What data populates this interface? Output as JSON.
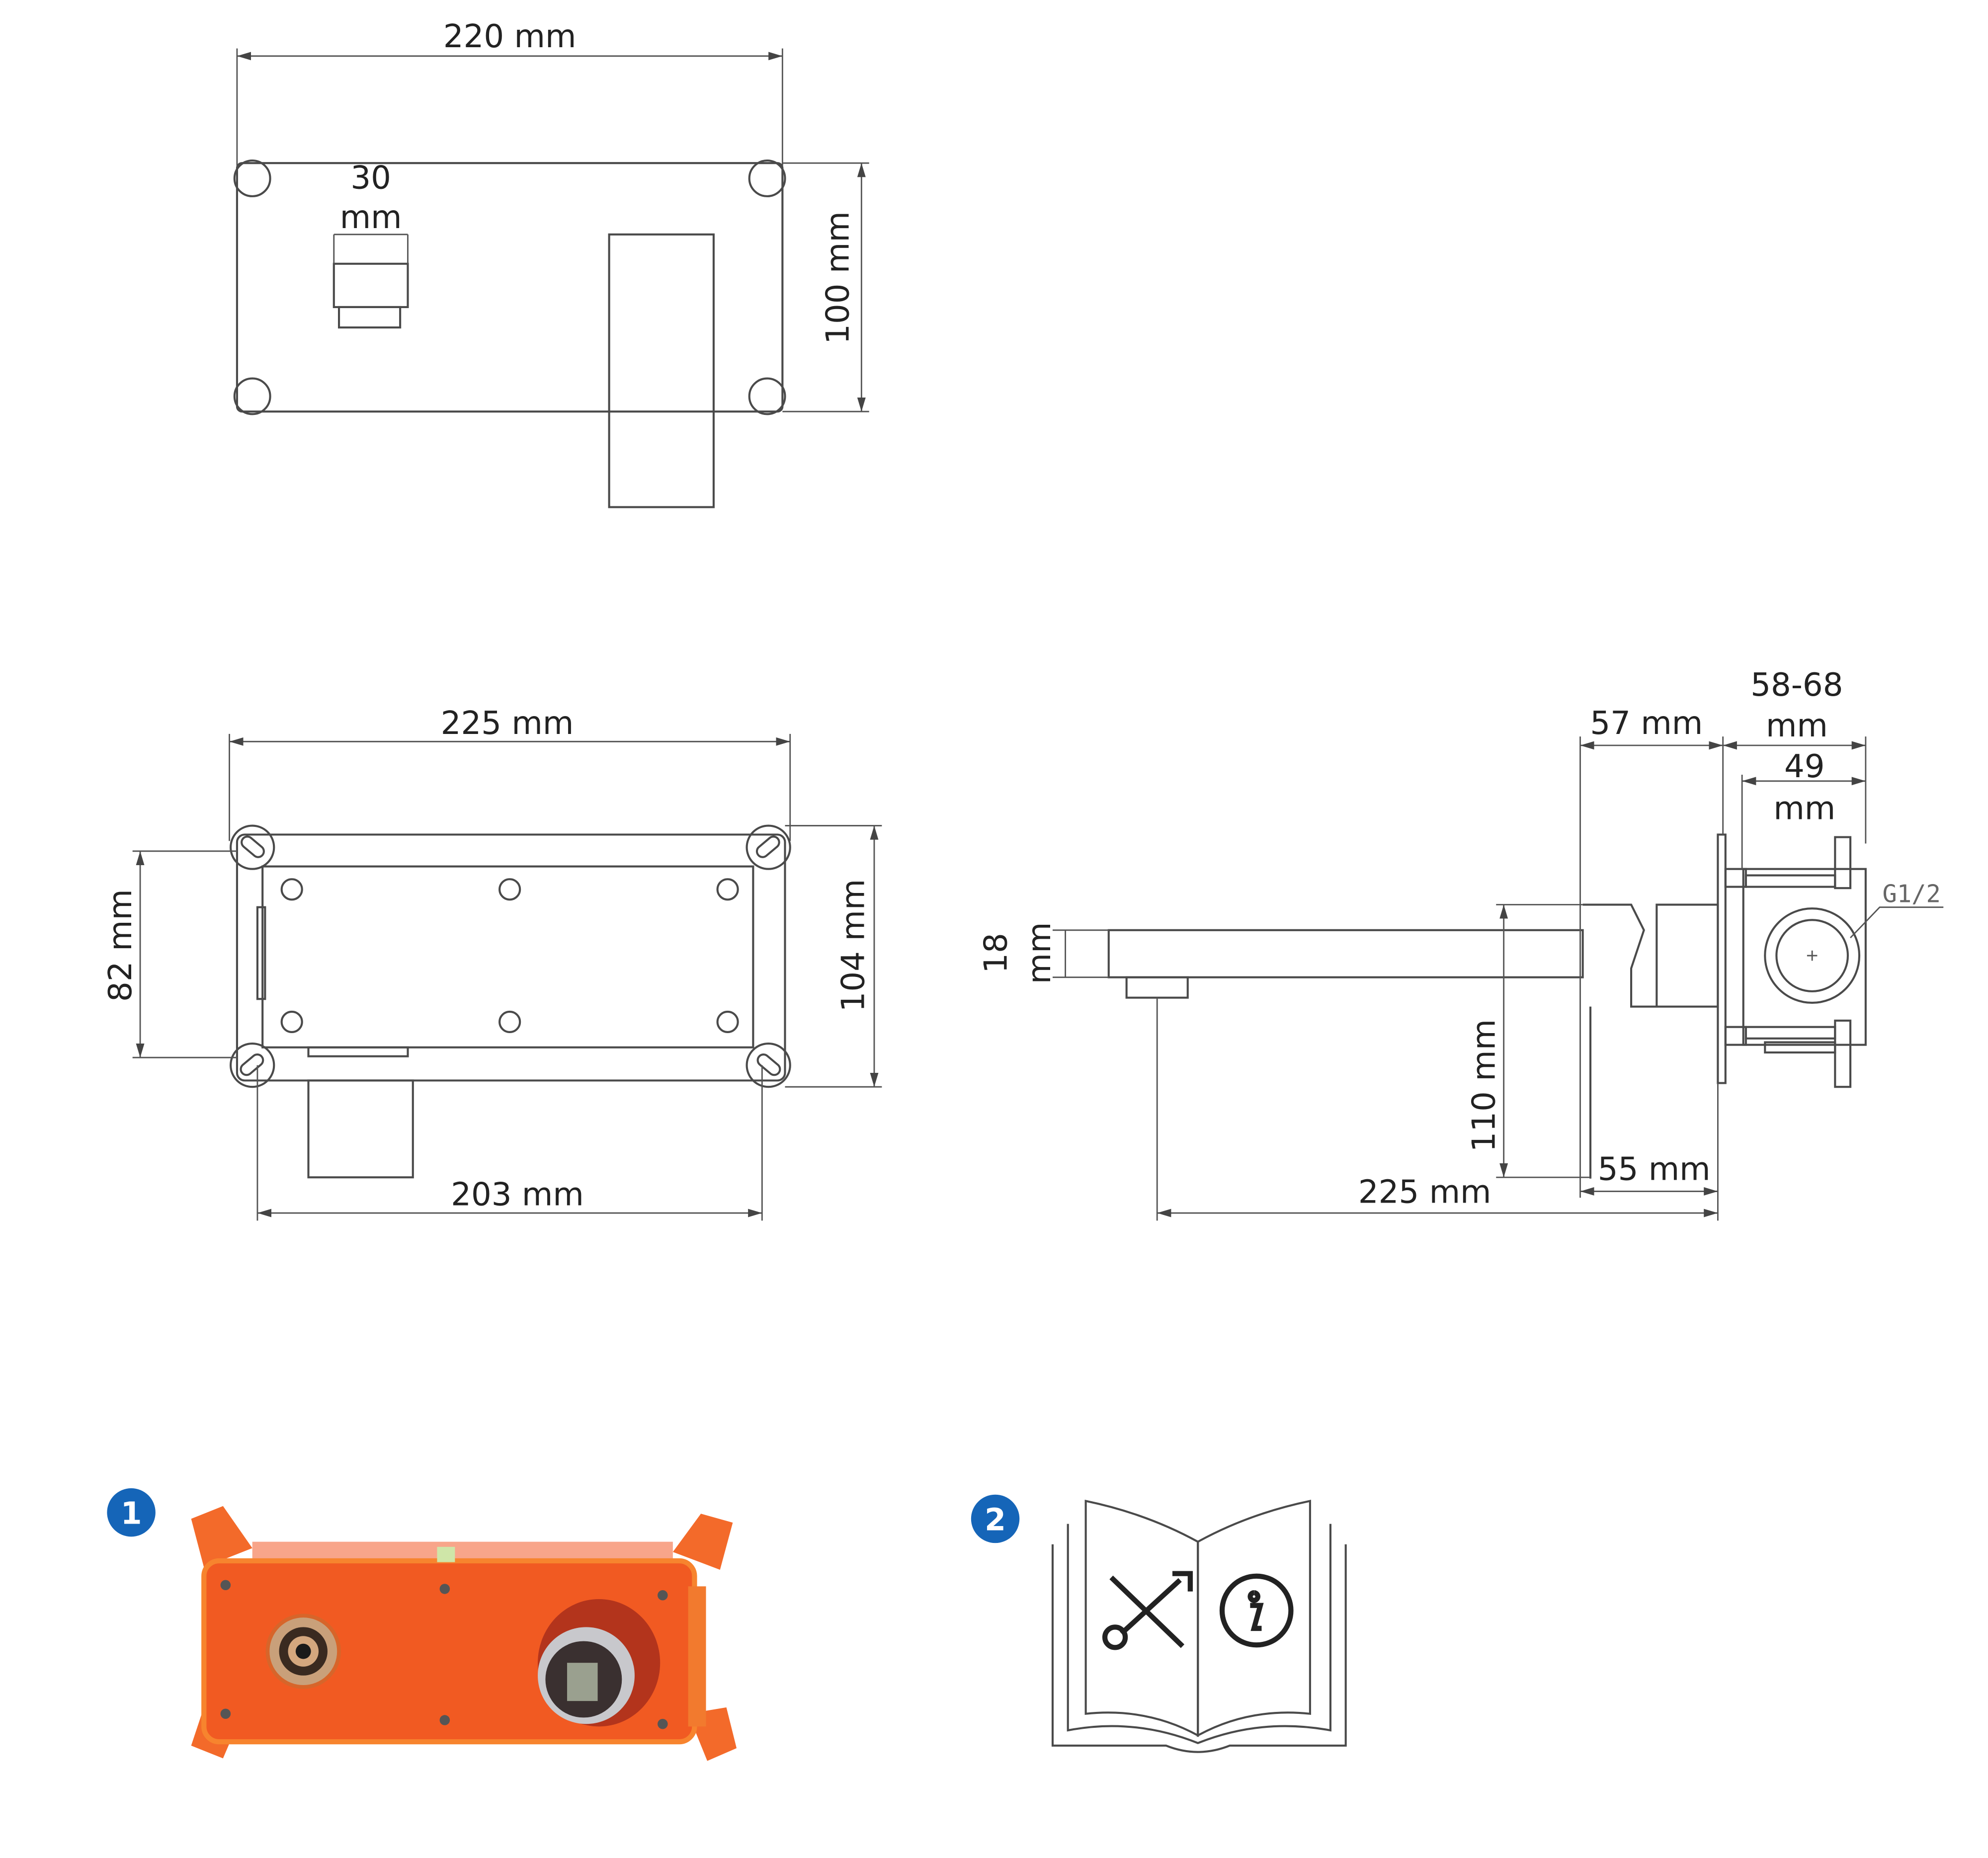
{
  "top_view": {
    "width": "220 mm",
    "knob_top": "30",
    "knob_bottom": "mm",
    "height": "100 mm"
  },
  "front_box_view": {
    "width": "225 mm",
    "inner_height": "82 mm",
    "height": "104 mm",
    "hole_spacing": "203 mm"
  },
  "side_view": {
    "spout_height_top": "18",
    "spout_height_bottom": "mm",
    "body_depth": "57 mm",
    "box_depth_top": "58-68",
    "box_depth_bottom": "mm",
    "box_inner_top": "49",
    "box_inner_bottom": "mm",
    "thread": "G1/2",
    "drop": "110 mm",
    "plate_depth": "55 mm",
    "projection": "225 mm"
  },
  "components": [
    {
      "badge": "1",
      "item": "concealed-body"
    },
    {
      "badge": "2",
      "item": "manual"
    }
  ],
  "colors": {
    "badge": "#1565b8",
    "box": "#f15a22",
    "line": "#4a4a4a"
  }
}
